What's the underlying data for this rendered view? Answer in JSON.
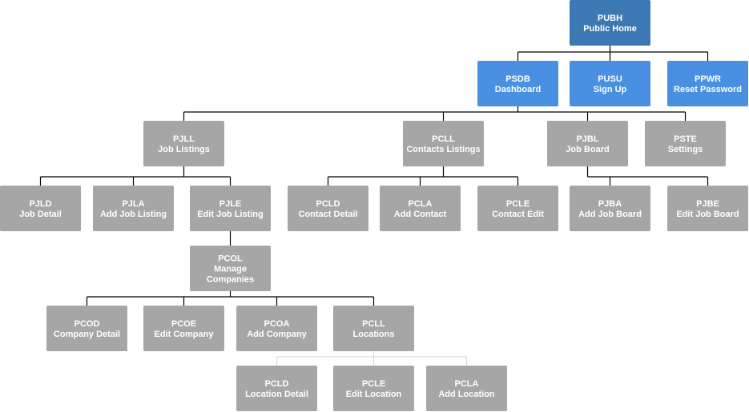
{
  "colors": {
    "root": "#3C78B4",
    "level1": "#4A90E2",
    "default": "#A6A6A6",
    "connector": "#000000",
    "connector_light": "#D9D9D9"
  },
  "nodes": [
    {
      "id": "PUBH",
      "lines": [
        "PUBH",
        "Public Home"
      ],
      "kind": "root"
    },
    {
      "id": "PSDB",
      "lines": [
        "PSDB",
        "Dashboard"
      ],
      "kind": "level1"
    },
    {
      "id": "PUSU",
      "lines": [
        "PUSU",
        "Sign Up"
      ],
      "kind": "level1"
    },
    {
      "id": "PPWR",
      "lines": [
        "PPWR",
        "Reset Password"
      ],
      "kind": "level1"
    },
    {
      "id": "PJLL",
      "lines": [
        "PJLL",
        "Job Listings"
      ],
      "kind": "default"
    },
    {
      "id": "PCLL-contacts",
      "lines": [
        "PCLL",
        "Contacts Listings"
      ],
      "kind": "default"
    },
    {
      "id": "PJBL",
      "lines": [
        "PJBL",
        "Job Board"
      ],
      "kind": "default"
    },
    {
      "id": "PSTE",
      "lines": [
        "PSTE",
        "Settings"
      ],
      "kind": "default"
    },
    {
      "id": "PJLD",
      "lines": [
        "PJLD",
        "Job Detail"
      ],
      "kind": "default"
    },
    {
      "id": "PJLA",
      "lines": [
        "PJLA",
        "Add Job Listing"
      ],
      "kind": "default"
    },
    {
      "id": "PJLE",
      "lines": [
        "PJLE",
        "Edit Job Listing"
      ],
      "kind": "default"
    },
    {
      "id": "PCLD",
      "lines": [
        "PCLD",
        "Contact Detail"
      ],
      "kind": "default"
    },
    {
      "id": "PCLA-contact",
      "lines": [
        "PCLA",
        "Add Contact"
      ],
      "kind": "default"
    },
    {
      "id": "PCLE-contact",
      "lines": [
        "PCLE",
        "Contact Edit"
      ],
      "kind": "default"
    },
    {
      "id": "PJBA",
      "lines": [
        "PJBA",
        "Add Job Board"
      ],
      "kind": "default"
    },
    {
      "id": "PJBE",
      "lines": [
        "PJBE",
        "Edit Job Board"
      ],
      "kind": "default"
    },
    {
      "id": "PCOL",
      "lines": [
        "PCOL",
        "Manage",
        "Companies"
      ],
      "kind": "default"
    },
    {
      "id": "PCOD",
      "lines": [
        "PCOD",
        "Company Detail"
      ],
      "kind": "default"
    },
    {
      "id": "PCOE",
      "lines": [
        "PCOE",
        "Edit Company"
      ],
      "kind": "default"
    },
    {
      "id": "PCOA",
      "lines": [
        "PCOA",
        "Add Company"
      ],
      "kind": "default"
    },
    {
      "id": "PCLL-locations",
      "lines": [
        "PCLL",
        "Locations"
      ],
      "kind": "default"
    },
    {
      "id": "PCLD-location",
      "lines": [
        "PCLD",
        "Location Detail"
      ],
      "kind": "default"
    },
    {
      "id": "PCLE-location",
      "lines": [
        "PCLE",
        "Edit Location"
      ],
      "kind": "default"
    },
    {
      "id": "PCLA-location",
      "lines": [
        "PCLA",
        "Add Location"
      ],
      "kind": "default"
    }
  ],
  "edges": [
    {
      "from": "PUBH",
      "to": [
        "PSDB",
        "PUSU",
        "PPWR"
      ]
    },
    {
      "from": "PSDB",
      "to": [
        "PJLL",
        "PCLL-contacts",
        "PJBL",
        "PSTE"
      ]
    },
    {
      "from": "PJLL",
      "to": [
        "PJLD",
        "PJLA",
        "PJLE"
      ]
    },
    {
      "from": "PCLL-contacts",
      "to": [
        "PCLD",
        "PCLA-contact",
        "PCLE-contact"
      ]
    },
    {
      "from": "PJBL",
      "to": [
        "PJBA",
        "PJBE"
      ]
    },
    {
      "from": "PJLE",
      "to": [
        "PCOL"
      ]
    },
    {
      "from": "PCOL",
      "to": [
        "PCOD",
        "PCOE",
        "PCOA",
        "PCLL-locations"
      ]
    },
    {
      "from": "PCLL-locations",
      "to": [
        "PCLD-location",
        "PCLE-location",
        "PCLA-location"
      ],
      "style": "light"
    }
  ]
}
